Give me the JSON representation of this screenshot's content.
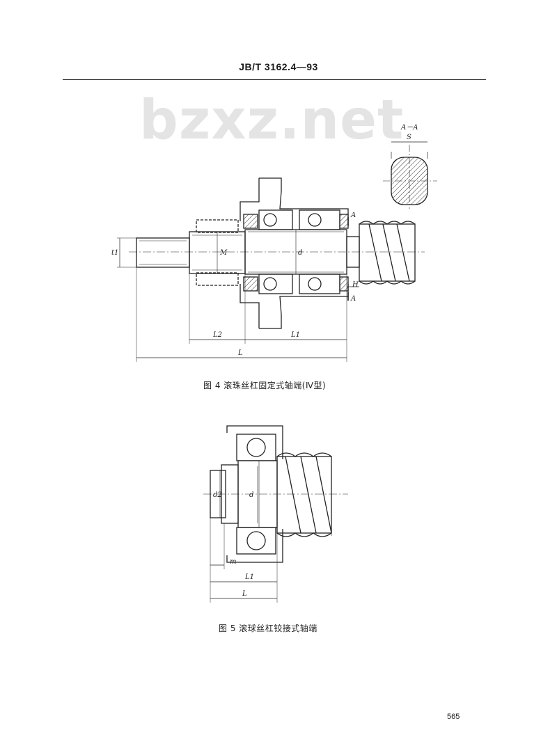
{
  "header": {
    "standard_code": "JB/T 3162.4—93"
  },
  "watermark": {
    "text": "bzxz.net"
  },
  "figure4": {
    "caption": "图 4   滚珠丝杠固定式轴端(Ⅳ型)",
    "labels": {
      "section": "A－A",
      "s": "S",
      "a_top": "A",
      "a_bottom": "A",
      "h": "H",
      "t1": "t1",
      "m": "M",
      "d": "d",
      "l1": "L1",
      "l2": "L2",
      "l": "L"
    }
  },
  "figure5": {
    "caption": "图 5   滚球丝杠铰接式轴端",
    "labels": {
      "d2": "d2",
      "d": "d",
      "m": "m",
      "l1": "L1",
      "l": "L"
    }
  },
  "footer": {
    "page_number": "565"
  }
}
